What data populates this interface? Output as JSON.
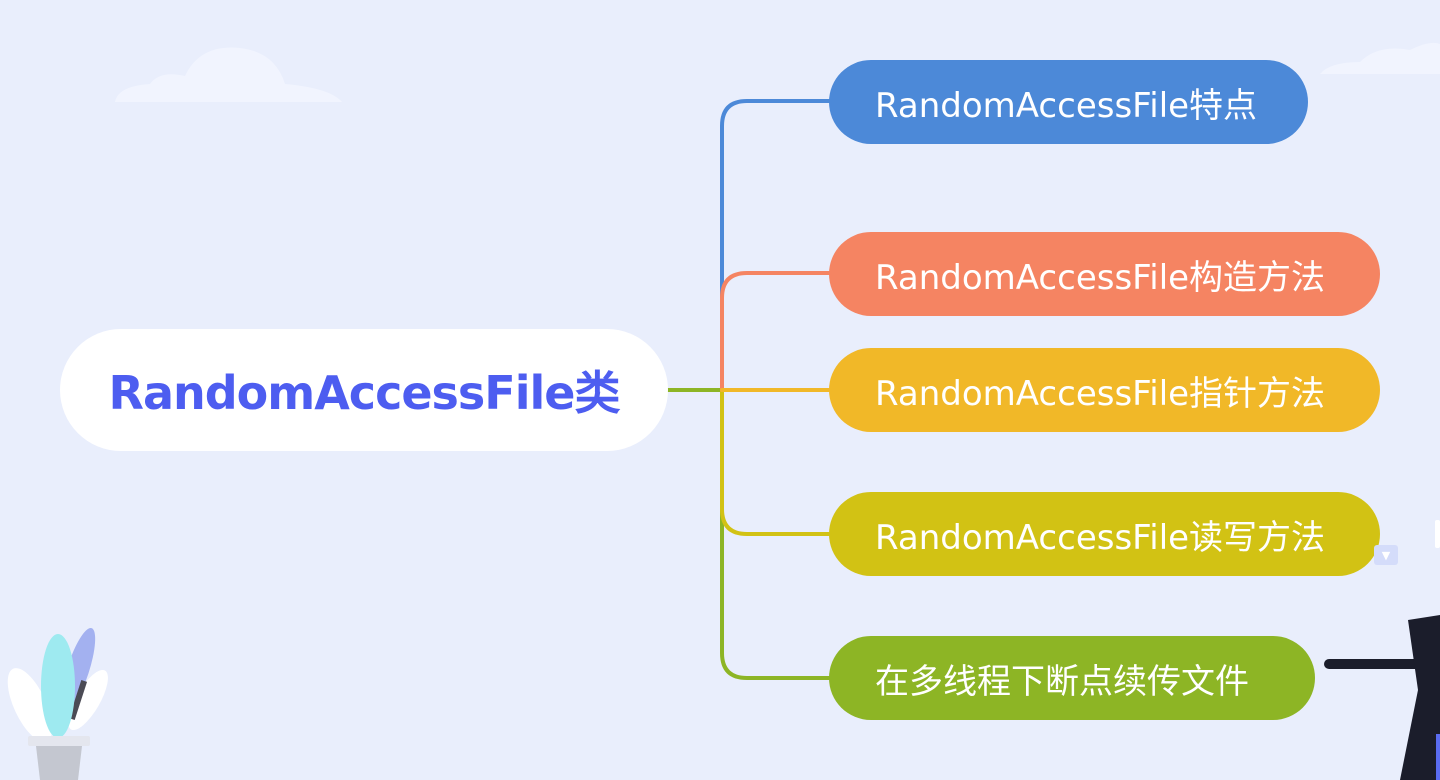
{
  "root": {
    "label": "RandomAccessFile类",
    "color": "#4d5df0"
  },
  "branches": [
    {
      "label": "RandomAccessFile特点",
      "color": "#4c89d8"
    },
    {
      "label": "RandomAccessFile构造方法",
      "color": "#f58462"
    },
    {
      "label": "RandomAccessFile指针方法",
      "color": "#f1b828"
    },
    {
      "label": "RandomAccessFile读写方法",
      "color": "#d2c214"
    },
    {
      "label": "在多线程下断点续传文件",
      "color": "#8db525"
    }
  ],
  "colors": {
    "background": "#e9eefc",
    "connector_root": "#8db525"
  },
  "icons": [
    "cloud-icon",
    "plant-illustration",
    "person-illustration",
    "collapse-toggle-icon"
  ]
}
